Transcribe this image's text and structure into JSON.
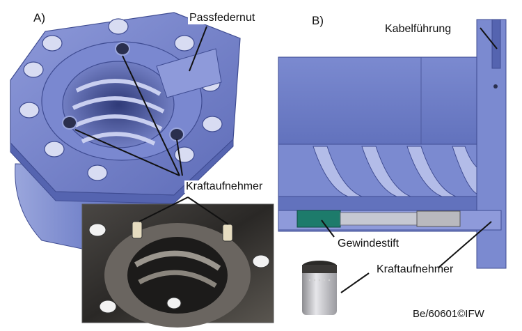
{
  "panels": {
    "a": {
      "id": "A)",
      "labels": {
        "keyway": "Passfedernut",
        "force_sensor": "Kraftaufnehmer"
      }
    },
    "b": {
      "id": "B)",
      "labels": {
        "cable_guide": "Kabelführung",
        "set_screw": "Gewindestift",
        "force_sensor": "Kraftaufnehmer"
      }
    }
  },
  "copyright": "Be/60601©IFW",
  "colors": {
    "steel_blue": "#6f7fc8",
    "steel_light": "#9aa6dc",
    "steel_dark": "#4d5a9e",
    "set_screw": "#1d7b6b",
    "sensor_gray": "#b9b9be",
    "photo_dark": "#2b2a28"
  }
}
